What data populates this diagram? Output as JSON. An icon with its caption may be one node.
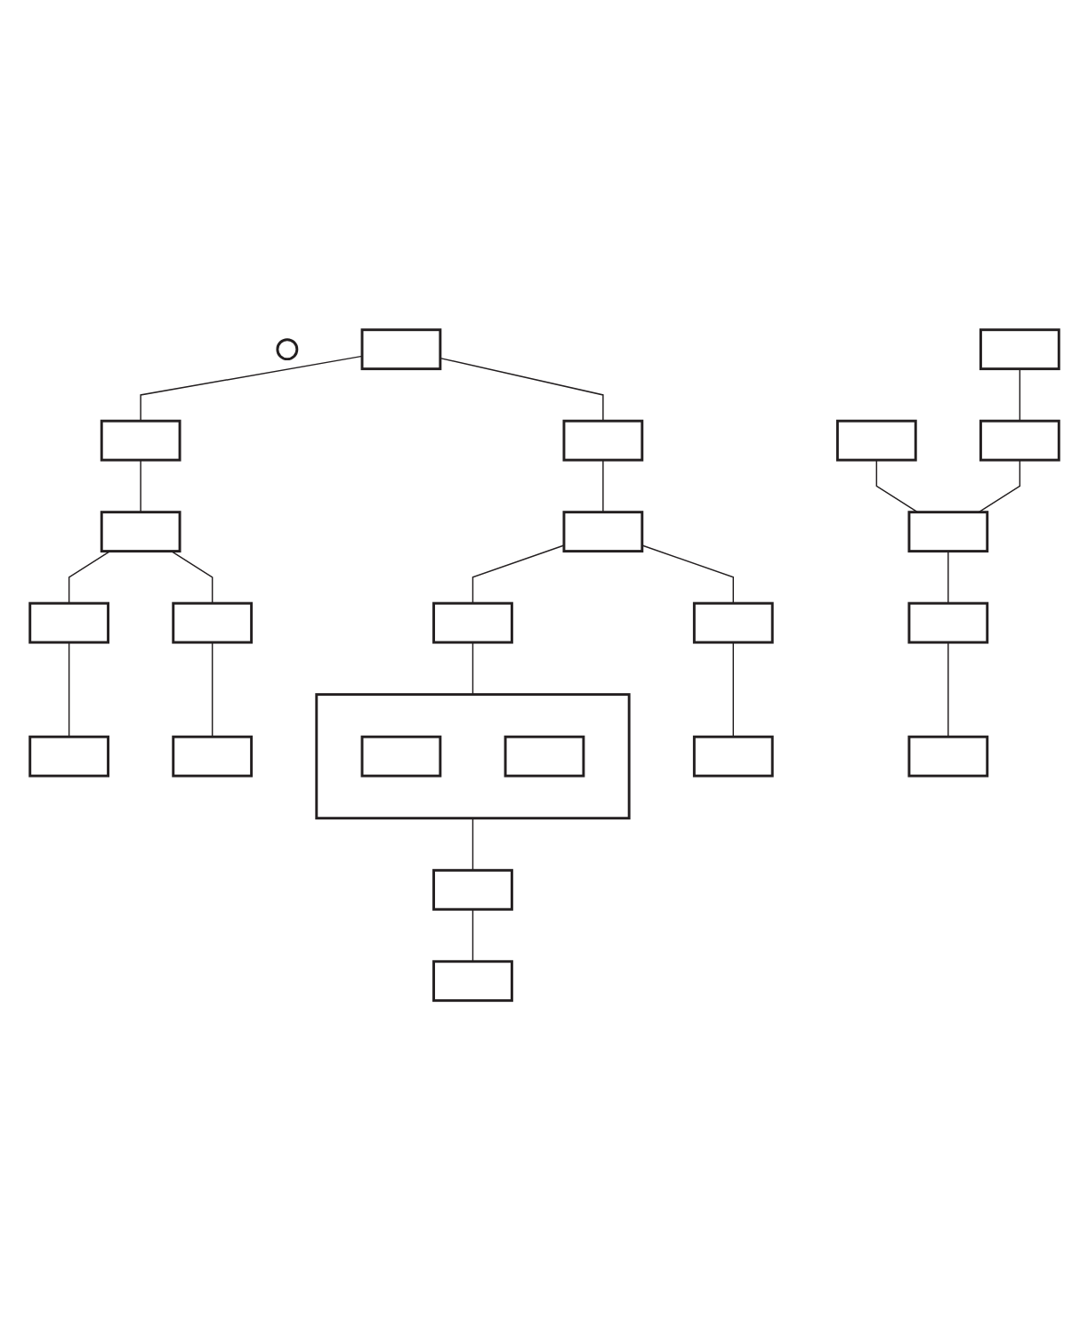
{
  "diagram": {
    "nodes": [
      {
        "text": [],
        "shape": "circle"
      },
      {
        "text": [],
        "shape": "box"
      },
      {
        "text": [],
        "shape": "box"
      },
      {
        "text": [],
        "shape": "box"
      },
      {
        "text": [],
        "shape": "box"
      },
      {
        "text": [],
        "shape": "box"
      },
      {
        "text": [],
        "shape": "box"
      },
      {
        "text": [],
        "shape": "box"
      },
      {
        "text": [],
        "shape": "box"
      },
      {
        "text": [],
        "shape": "box"
      },
      {
        "text": [],
        "shape": "box"
      },
      {
        "text": [],
        "shape": "box"
      },
      {
        "text": [],
        "shape": "box",
        "in": 11
      },
      {
        "text": [],
        "shape": "box",
        "in": 11
      },
      {
        "text": [],
        "shape": "box"
      },
      {
        "text": [],
        "shape": "box"
      },
      {
        "text": [],
        "shape": "box"
      },
      {
        "text": [],
        "shape": "box"
      },
      {
        "text": [],
        "shape": "box"
      },
      {
        "text": [],
        "shape": "box"
      },
      {
        "text": [],
        "shape": "box"
      },
      {
        "text": [],
        "shape": "box"
      },
      {
        "text": [],
        "shape": "box"
      },
      {
        "text": [],
        "shape": "box"
      }
    ],
    "edges": [
      {
        "from": 1,
        "to": 2,
        "arrow": "none"
      },
      {
        "from": 2,
        "to": 3,
        "arrow": "none"
      },
      {
        "from": 3,
        "to": 4,
        "arrow": "none"
      },
      {
        "from": 3,
        "to": 5,
        "arrow": "none"
      },
      {
        "from": 4,
        "to": 6,
        "arrow": "none"
      },
      {
        "from": 5,
        "to": 7,
        "arrow": "none"
      },
      {
        "from": 1,
        "to": 8,
        "arrow": "none"
      },
      {
        "from": 8,
        "to": 9,
        "arrow": "none"
      },
      {
        "from": 9,
        "to": 10,
        "arrow": "none"
      },
      {
        "from": 10,
        "to": 11,
        "arrow": "none"
      },
      {
        "from": 9,
        "to": 14,
        "arrow": "none"
      },
      {
        "from": 14,
        "to": 15,
        "arrow": "none"
      },
      {
        "from": 11,
        "to": 17,
        "arrow": "none"
      },
      {
        "from": 16,
        "to": 20,
        "arrow": "none"
      },
      {
        "from": 17,
        "to": 21,
        "arrow": "none"
      },
      {
        "from": 18,
        "to": 19,
        "arrow": "none"
      },
      {
        "from": 19,
        "to": 20,
        "arrow": "none"
      },
      {
        "from": 20,
        "to": 22,
        "arrow": "none"
      },
      {
        "from": 22,
        "to": 23,
        "arrow": "none"
      }
    ]
  }
}
